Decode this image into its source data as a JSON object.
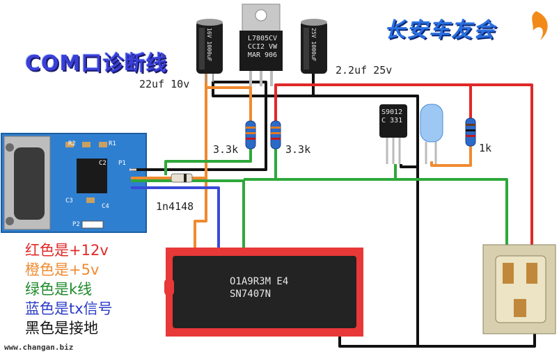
{
  "title": "COM口诊断线",
  "logo_text": "长安车友会",
  "footer_url": "www.changan.biz",
  "labels": {
    "cap_left": "22uf 10v",
    "cap_right": "2.2uf 25v",
    "res1": "3.3k",
    "res2": "3.3k",
    "res3": "1k",
    "diode": "1n4148"
  },
  "component_markings": {
    "regulator": [
      "L7805CV",
      "CCI2 VW",
      "MAR 906"
    ],
    "cap_left_marking": "16V 1000uF",
    "cap_right_marking": "25V 1000uF",
    "transistor": [
      "S9012",
      "C 331"
    ],
    "ic": [
      "O1A9R3M E4",
      "SN7407N"
    ],
    "pcb_labels": [
      "R2",
      "R1",
      "C2",
      "P1",
      "C4",
      "C3",
      "P2"
    ]
  },
  "legend": [
    {
      "text": "红色是+12v",
      "color": "#e02828"
    },
    {
      "text": "橙色是+5v",
      "color": "#f08a30"
    },
    {
      "text": "绿色是k线",
      "color": "#1e8a2a"
    },
    {
      "text": "蓝色是tx信号",
      "color": "#2c3cc8"
    },
    {
      "text": "黑色是接地",
      "color": "#111111"
    }
  ],
  "wire_colors": {
    "red": "#e02828",
    "orange": "#f08a30",
    "green": "#2ea83a",
    "blue": "#3a4ad8",
    "black": "#111111"
  }
}
